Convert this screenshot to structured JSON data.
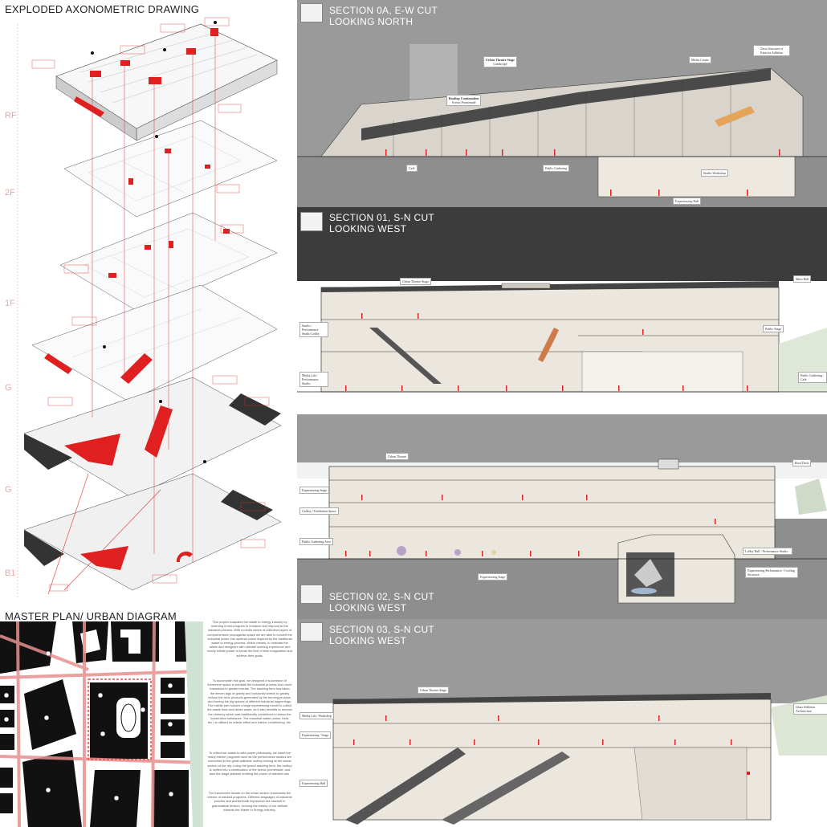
{
  "left": {
    "axo_title": "EXPLODED AXONOMETRIC DRAWING",
    "floors": [
      "RF",
      "2F",
      "1F",
      "G",
      "G",
      "B1"
    ],
    "master_title": "MASTER PLAN/ URBAN DIAGRAM",
    "paragraphs": [
      "This project evaluates the waste to energy industry by inserting a new program to enhance and respond to the industrial process. With a media centre of collective layers of comprehensive propaganda space we are able to convert the industrial power into spiritual power inspired by the traditional waste to energy process. Which means, to motivate the artists and designers with ultimate working experience and nearly infinite power to break the limit of their imagination and achieve their goals.",
      "To accomplish this goal, we designed a succession of immersive space to mediate the industrial process from more hazardous to greater mental. The stacking form has taken the eleven tags of gravity and horizontal stretch to greatly reduce the toxic products generated by the burning process, and turning the big spaces of different industrial happenings. The middle part houses a large experiencing tunnel to collect the waste heat and steam water, as it also benefits to remove the chimney which was traditionally considered to stress the incineration substance. The industrial waste (noise, heat, etc.) is utilized for artistic effect and interior conditioning, etc.",
      "To reflect our waste-to-wild-power philosophy, we insert the many interior programs such as the performance studios are connected to the great walkable rooftop looking at the scenic section of the city. Living the gravel stacking form, the rooftop is unified into a continuation of the scenic promenade, and also the stage platform emitting the power of talented arts.",
      "The translucent facade on the urban section showcases the interior of stacked programs. Different languages of industrial process and architectural expression are stacked in grammatical tension, echoing the history of our attitude towards the Waste to Energy industry."
    ]
  },
  "sections": [
    {
      "title1": "SECTION 0A, E-W CUT",
      "title2": "LOOKING NORTH",
      "labels": [
        "Urban Theatre Stage",
        "Landscape",
        "Rooftop Continuation",
        "Scenic Promenade",
        "Media Center",
        "Glass Structure of Exterior Addition",
        "Café",
        "Public Gathering",
        "Studio Workshop",
        "Experiencing Hall"
      ]
    },
    {
      "title1": "SECTION 01, S-N CUT",
      "title2": "LOOKING WEST",
      "labels": [
        "Urban Theatre Stage",
        "Studio / Performance Studio Lobby",
        "Public Stage",
        "Main Hall",
        "Media Lab / Performance Studio",
        "Public Gathering / Café"
      ]
    },
    {
      "title1": "SECTION 02, S-N CUT",
      "title2": "LOOKING WEST",
      "labels": [
        "Urban Theatre",
        "Roof Deck",
        "Experiencing Stage",
        "Gallery / Exhibition Space",
        "Public Gathering Area",
        "Experiencing Stage",
        "Lobby Hall / Performance Studio",
        "Experiencing Performance / Cooling Structure"
      ]
    },
    {
      "title1": "SECTION 03, S-N CUT",
      "title2": "LOOKING WEST",
      "labels": [
        "Urban Theatre Stage",
        "Media Lab / Workshop",
        "Glass Addition Architecture",
        "Experiencing / Stage",
        "Experiencing Hall"
      ]
    }
  ]
}
